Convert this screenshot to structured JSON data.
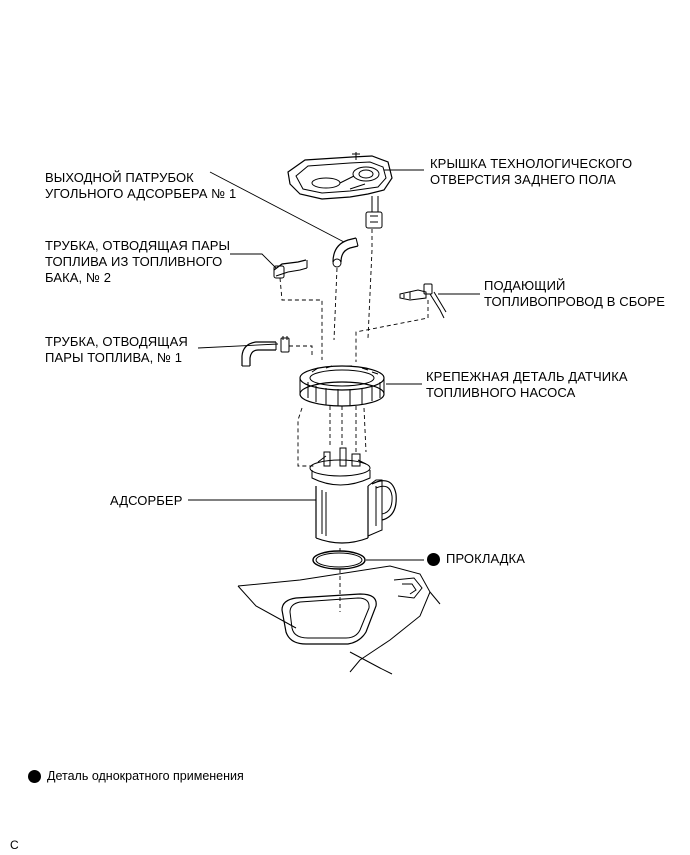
{
  "labels": {
    "service_hole_cover": "КРЫШКА ТЕХНОЛОГИЧЕСКОГО\nОТВЕРСТИЯ ЗАДНЕГО ПОЛА",
    "canister_outlet": "ВЫХОДНОЙ ПАТРУБОК\nУГОЛЬНОГО АДСОРБЕРА № 1",
    "vapor_tube_2": "ТРУБКА, ОТВОДЯЩАЯ ПАРЫ\nТОПЛИВА ИЗ ТОПЛИВНОГО\nБАКА, № 2",
    "fuel_main_tube": "ПОДАЮЩИЙ\nТОПЛИВОПРОВОД В СБОРЕ",
    "vapor_tube_1": "ТРУБКА, ОТВОДЯЩАЯ\nПАРЫ ТОПЛИВА, № 1",
    "retainer": "КРЕПЕЖНАЯ ДЕТАЛЬ ДАТЧИКА\nТОПЛИВНОГО НАСОСА",
    "canister": "АДСОРБЕР",
    "gasket": "ПРОКЛАДКА"
  },
  "legend": {
    "text": "Деталь однократного применения"
  },
  "corner_code": "C"
}
